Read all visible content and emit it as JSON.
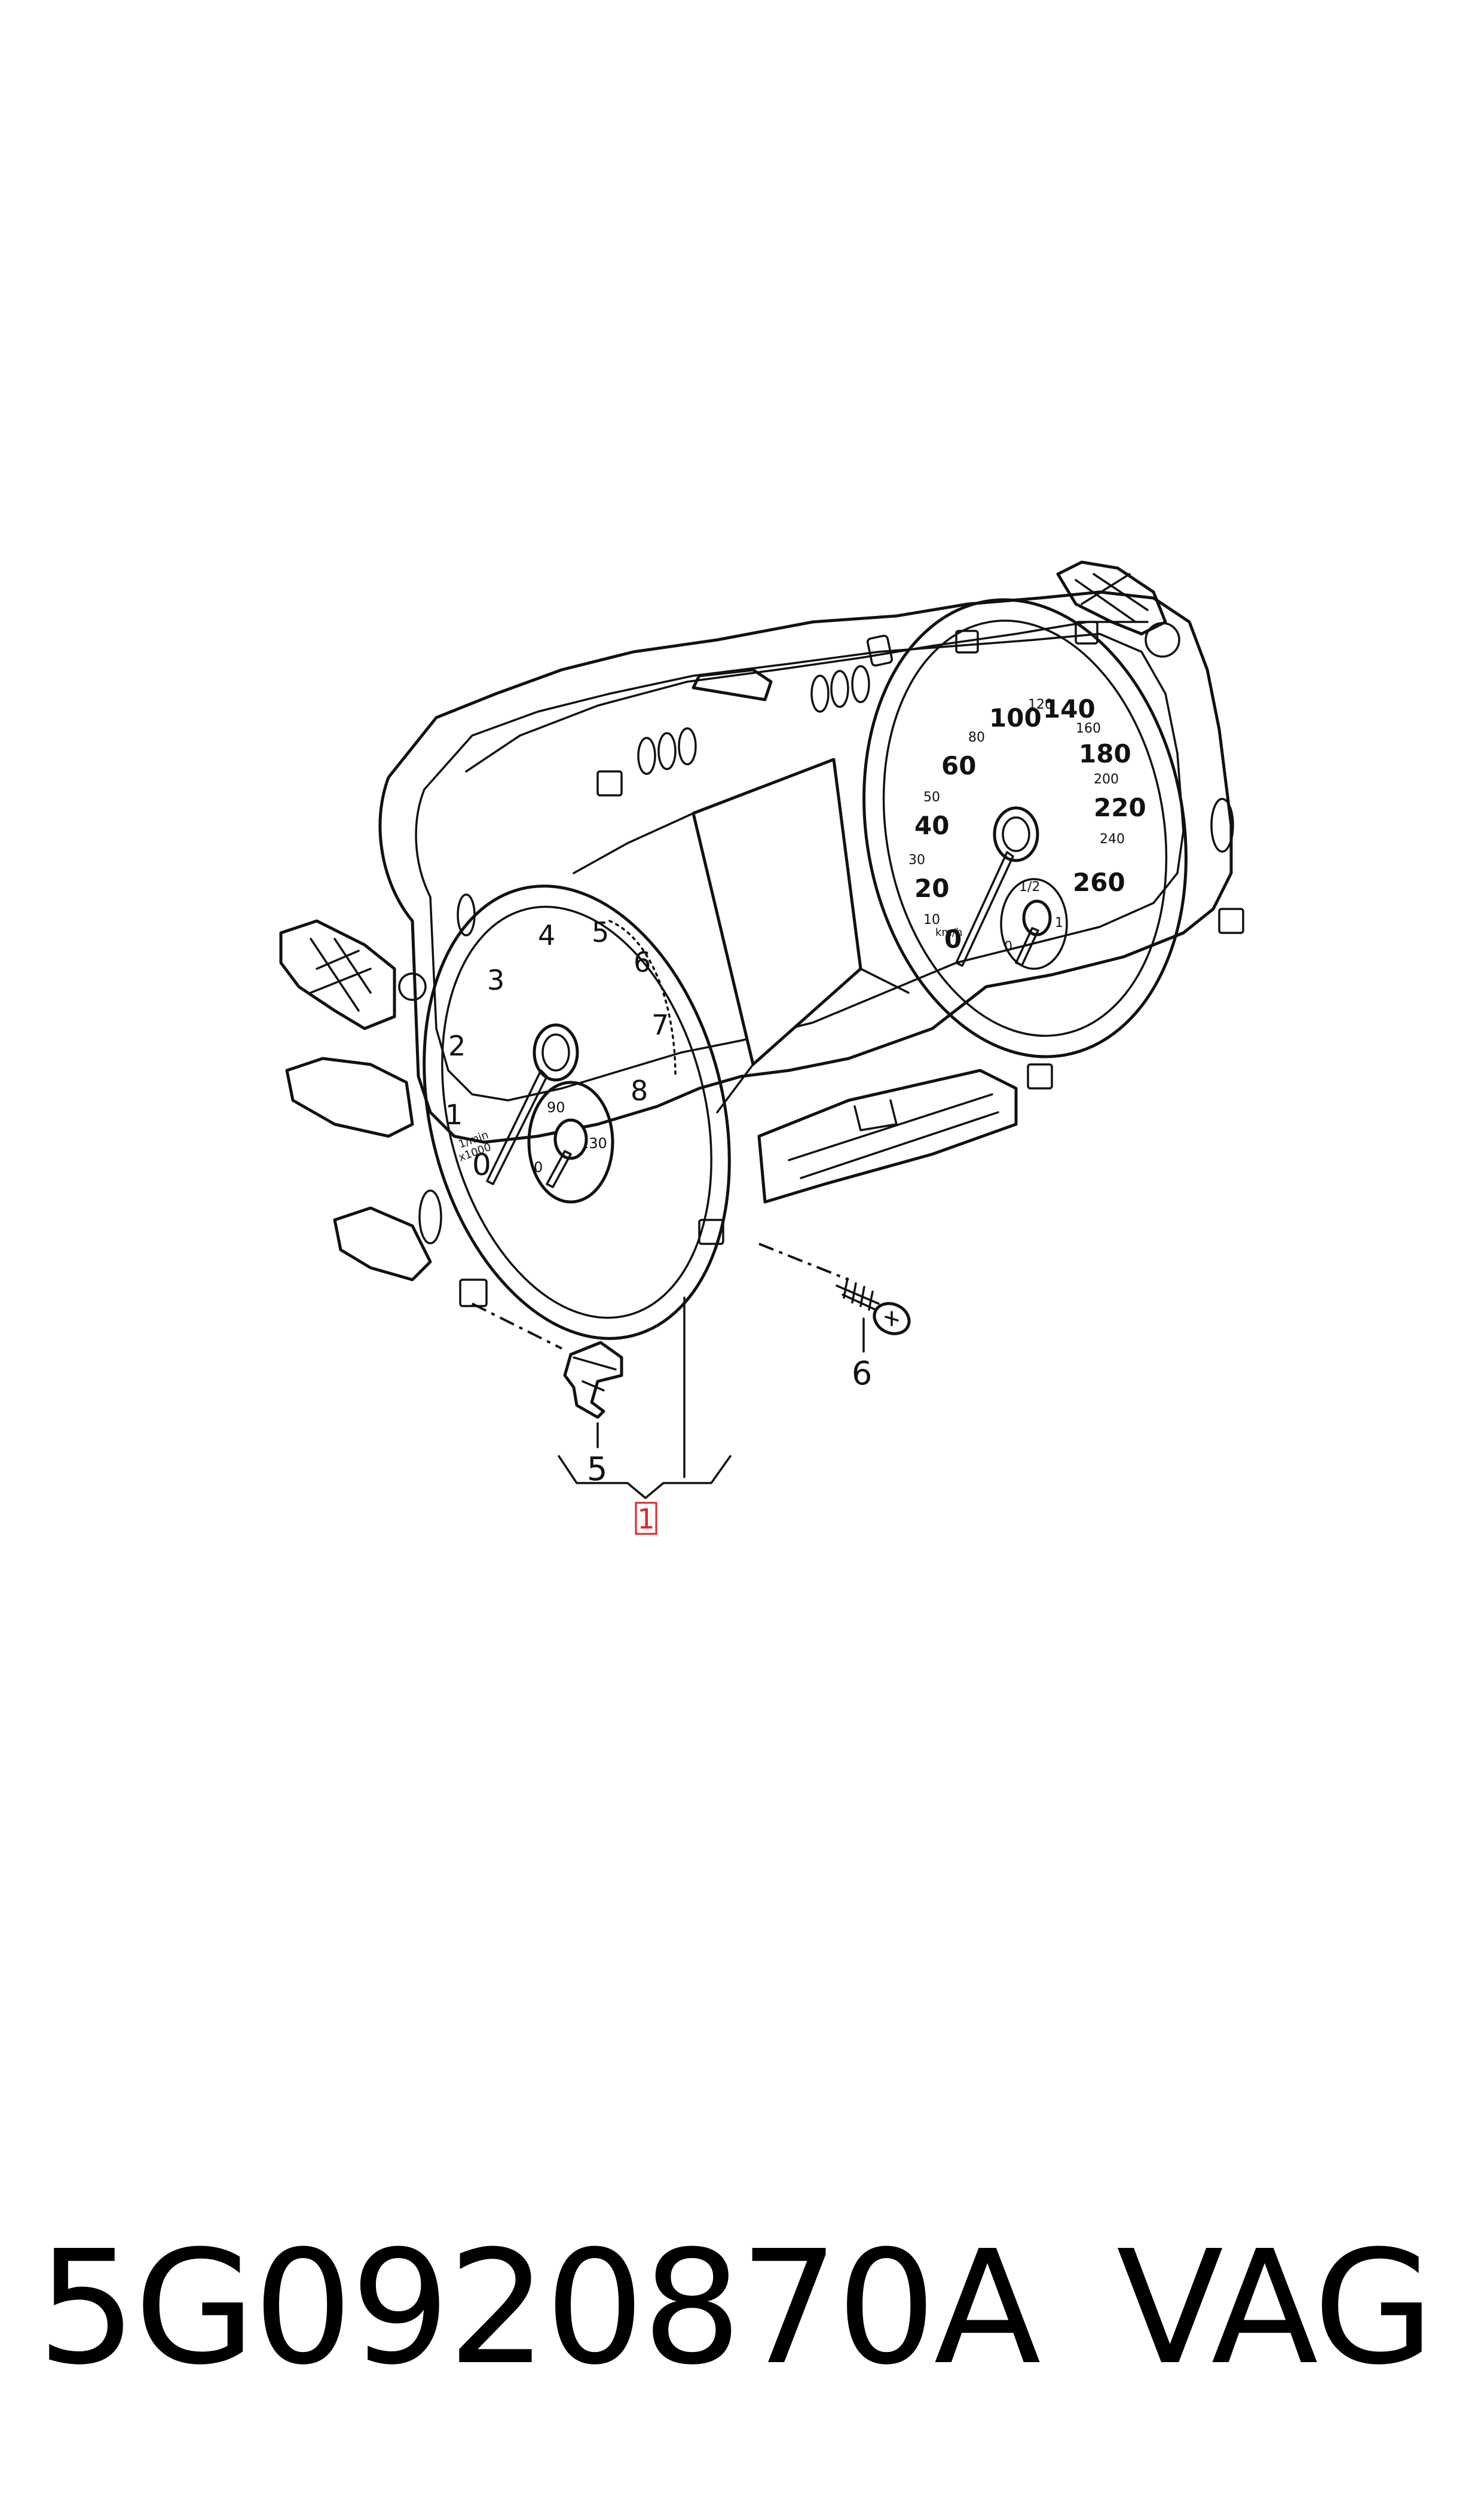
{
  "diagram": {
    "callouts": {
      "main_assembly": "1",
      "clip": "5",
      "screw": "6"
    },
    "tachometer": {
      "scale": [
        "0",
        "1",
        "2",
        "3",
        "4",
        "5",
        "6",
        "7",
        "8"
      ],
      "unit_line1": "1/min",
      "unit_line2": "x1000",
      "sub_gauge": [
        "0",
        "90",
        "130"
      ]
    },
    "speedometer": {
      "scale_major": [
        "0",
        "20",
        "40",
        "60",
        "100",
        "140",
        "180",
        "220",
        "260"
      ],
      "scale_minor": [
        "10",
        "30",
        "50",
        "80",
        "120",
        "160",
        "200",
        "240"
      ],
      "unit": "km/h",
      "sub_gauge": [
        "0",
        "1/2",
        "1"
      ]
    },
    "highlight_color": "#e0242b"
  },
  "footer": {
    "part_number": "5G0920870A",
    "brand": "VAG"
  }
}
